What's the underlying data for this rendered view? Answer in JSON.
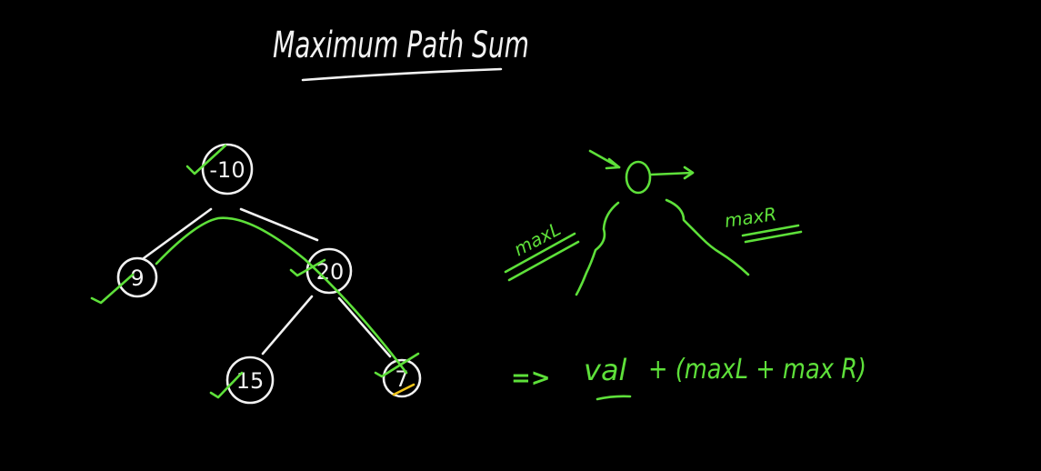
{
  "title": "Maximum Path Sum",
  "colors": {
    "background": "#000000",
    "ink_white": "#f2f2f2",
    "ink_green": "#5ee03a",
    "ink_yellow": "#f0c419"
  },
  "tree": {
    "nodes": [
      {
        "id": "root",
        "label": "-10"
      },
      {
        "id": "left",
        "label": "9"
      },
      {
        "id": "right",
        "label": "20"
      },
      {
        "id": "right-left",
        "label": "15"
      },
      {
        "id": "right-right",
        "label": "7"
      }
    ]
  },
  "sketch": {
    "left_label": "maxL",
    "right_label": "maxR"
  },
  "formula": {
    "arrow": "=>",
    "val": "val",
    "rest": "+ (maxL + max R)"
  }
}
